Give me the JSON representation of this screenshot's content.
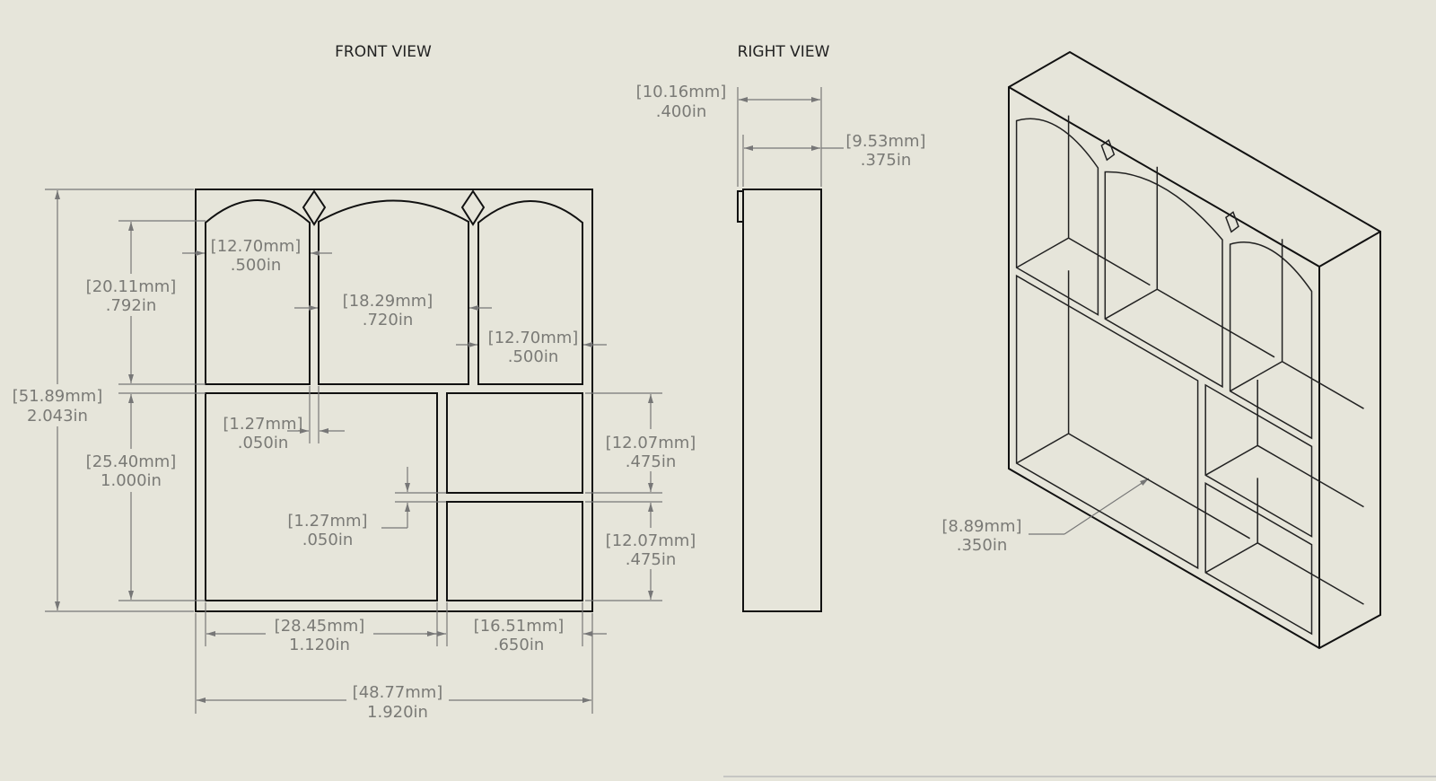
{
  "views": {
    "front_title": "FRONT VIEW",
    "right_title": "RIGHT VIEW"
  },
  "dimensions": {
    "left_arch_width": {
      "mm": "[12.70mm]",
      "in": ".500in"
    },
    "arch_height": {
      "mm": "[20.11mm]",
      "in": ".792in"
    },
    "middle_arch_width": {
      "mm": "[18.29mm]",
      "in": ".720in"
    },
    "right_arch_width": {
      "mm": "[12.70mm]",
      "in": ".500in"
    },
    "overall_height": {
      "mm": "[51.89mm]",
      "in": "2.043in"
    },
    "divider_thickness_vertical": {
      "mm": "[1.27mm]",
      "in": ".050in"
    },
    "lower_height": {
      "mm": "[25.40mm]",
      "in": "1.000in"
    },
    "right_upper_box_height": {
      "mm": "[12.07mm]",
      "in": ".475in"
    },
    "divider_thickness_horizontal": {
      "mm": "[1.27mm]",
      "in": ".050in"
    },
    "right_lower_box_height": {
      "mm": "[12.07mm]",
      "in": ".475in"
    },
    "lower_left_width": {
      "mm": "[28.45mm]",
      "in": "1.120in"
    },
    "lower_right_width": {
      "mm": "[16.51mm]",
      "in": ".650in"
    },
    "overall_width": {
      "mm": "[48.77mm]",
      "in": "1.920in"
    },
    "overall_depth": {
      "mm": "[10.16mm]",
      "in": ".400in"
    },
    "body_depth": {
      "mm": "[9.53mm]",
      "in": ".375in"
    },
    "compartment_depth": {
      "mm": "[8.89mm]",
      "in": ".350in"
    }
  },
  "colors": {
    "background": "#e6e5da",
    "lines": "#111111",
    "dimensions": "#777777"
  }
}
